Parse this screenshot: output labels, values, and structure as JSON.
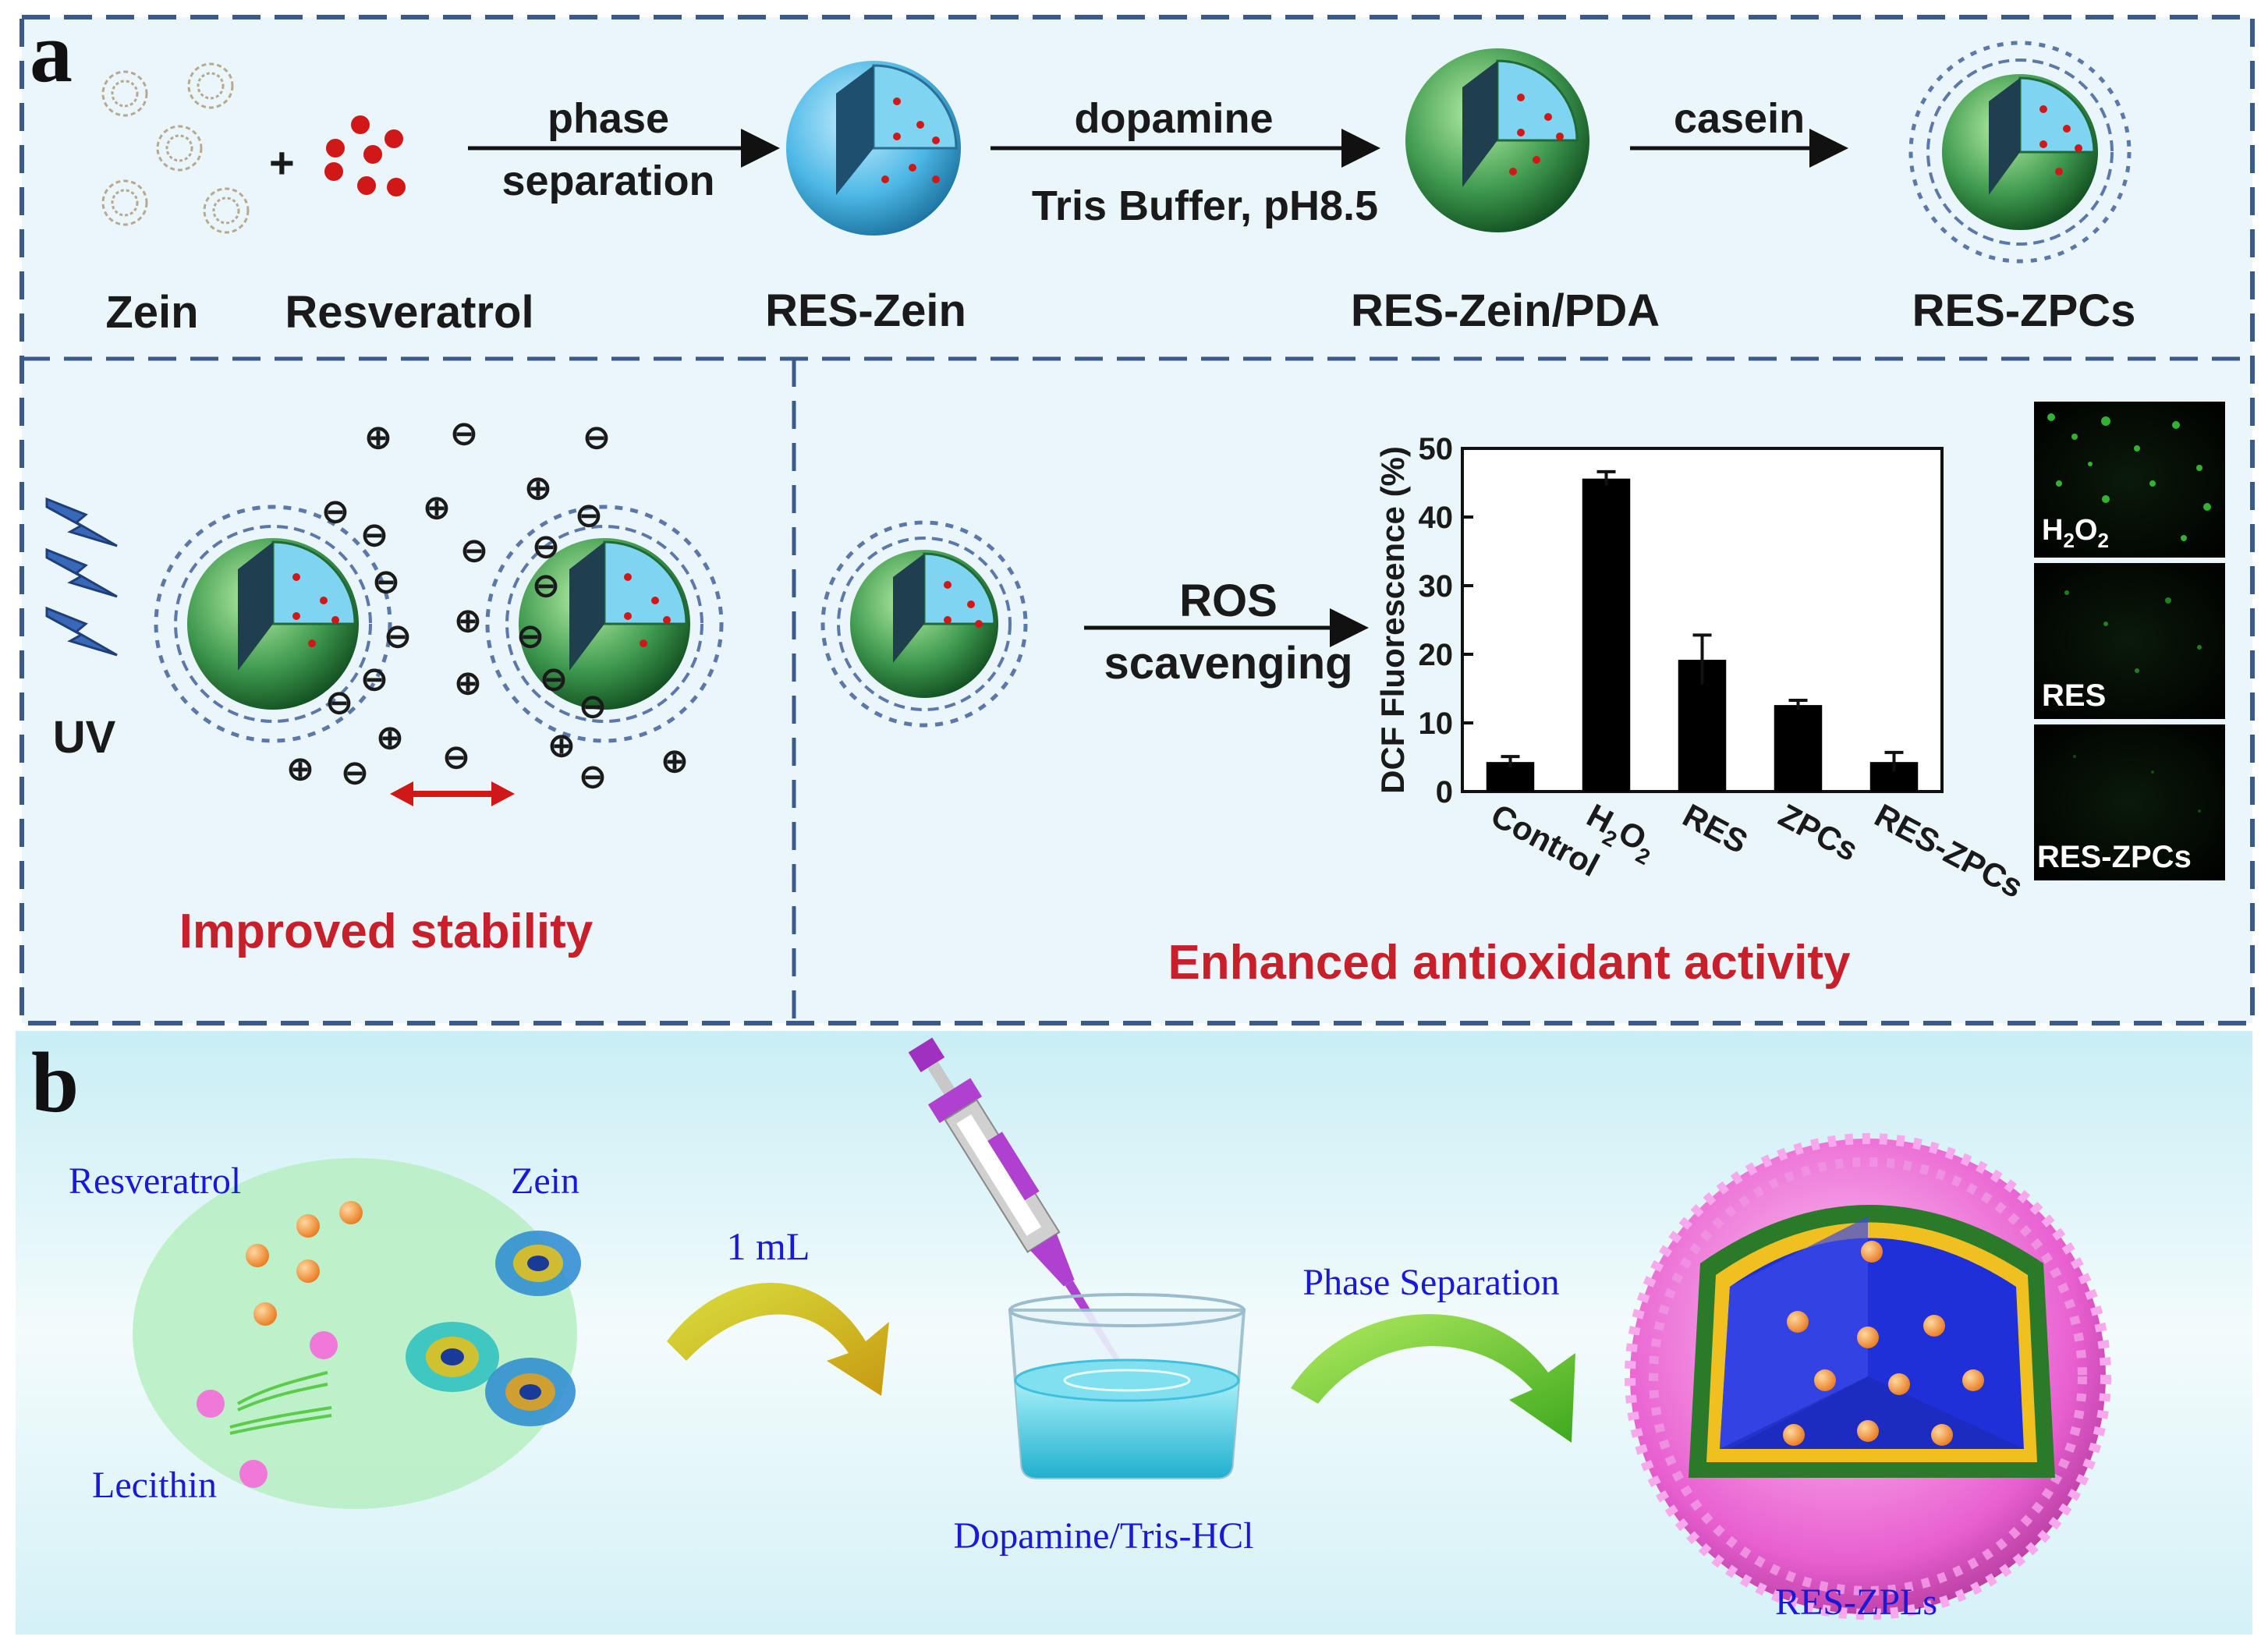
{
  "panel_a": {
    "label": "a",
    "row1": {
      "labels": [
        "Zein",
        "Resveratrol",
        "RES-Zein",
        "RES-Zein/PDA",
        "RES-ZPCs"
      ],
      "plus": "+",
      "arrow1": {
        "top": "phase",
        "bottom": "separation"
      },
      "arrow2": {
        "top": "dopamine",
        "bottom": "Tris Buffer, pH8.5"
      },
      "arrow3": {
        "top": "casein"
      }
    },
    "left": {
      "uv_label": "UV",
      "caption": "Improved stability",
      "plus_sign": "⊕",
      "minus_sign": "⊖"
    },
    "right": {
      "arrow": {
        "top": "ROS",
        "bottom": "scavenging"
      },
      "caption": "Enhanced antioxidant activity",
      "micrograph_labels": [
        "H2O2",
        "RES",
        "RES-ZPCs"
      ]
    }
  },
  "chart_data": {
    "type": "bar",
    "ylabel": "DCF Fluorescence (%)",
    "ylim": [
      0,
      50
    ],
    "yticks": [
      "0",
      "10",
      "20",
      "30",
      "40",
      "50"
    ],
    "categories": [
      "Control",
      "H2O2",
      "RES",
      "ZPCs",
      "RES-ZPCs"
    ],
    "values": [
      4.3,
      45.6,
      19.2,
      12.6,
      4.3
    ],
    "errors": [
      0.8,
      1.0,
      3.6,
      0.7,
      1.4
    ],
    "bar_color": "#000000"
  },
  "panel_b": {
    "label": "b",
    "labels": {
      "resveratrol": "Resveratrol",
      "zein": "Zein",
      "lecithin": "Lecithin",
      "volume": "1 mL",
      "dopamine": "Dopamine/Tris-HCl",
      "phase_separation": "Phase Separation",
      "product": "RES-ZPLs"
    }
  },
  "colors": {
    "dashed_border": "#3a5a8a",
    "panel_a_bg": "#eaf6fa",
    "caption_red": "#c8202a",
    "panel_b_text": "#1a1ad6",
    "shell_green": "#3f9a4f",
    "core_blue": "#66c8ec",
    "liposome_pink": "#e85fd0"
  }
}
